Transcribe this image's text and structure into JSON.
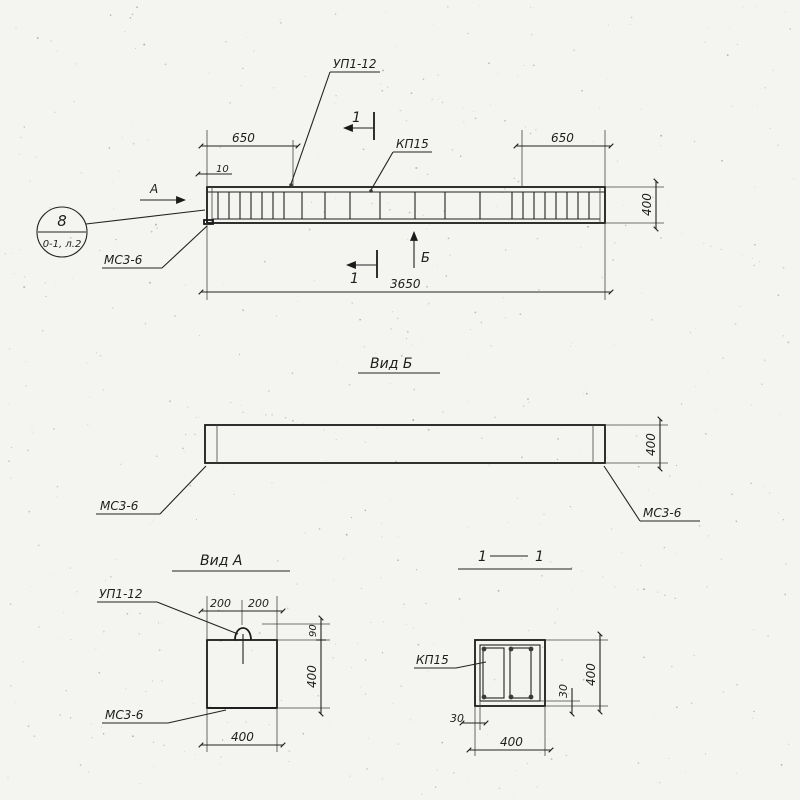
{
  "elevation": {
    "labels": {
      "up": "УП1-12",
      "kp": "КП15",
      "mse": "МС3-6",
      "dim_left": "650",
      "dim_right": "650",
      "dim_ten": "10",
      "dim_height": "400",
      "dim_total": "3650",
      "arrow_a": "А",
      "arrow_b": "Б",
      "section_top": "1",
      "section_bottom": "1"
    },
    "callout": {
      "number": "8",
      "sheet": "0-1, л.2"
    }
  },
  "view_b": {
    "title": "Вид Б",
    "labels": {
      "dim_height": "400",
      "mse_left": "МС3-6",
      "mse_right": "МС3-6"
    }
  },
  "view_a": {
    "title": "Вид А",
    "labels": {
      "up": "УП1-12",
      "dim_200a": "200",
      "dim_200b": "200",
      "dim_90": "90",
      "dim_400v": "400",
      "dim_400h": "400",
      "mse": "МС3-6"
    }
  },
  "section_1_1": {
    "title_left": "1",
    "title_right": "1",
    "labels": {
      "kp": "КП15",
      "dim_30v": "30",
      "dim_400v": "400",
      "dim_30h": "30",
      "dim_400h": "400"
    }
  }
}
